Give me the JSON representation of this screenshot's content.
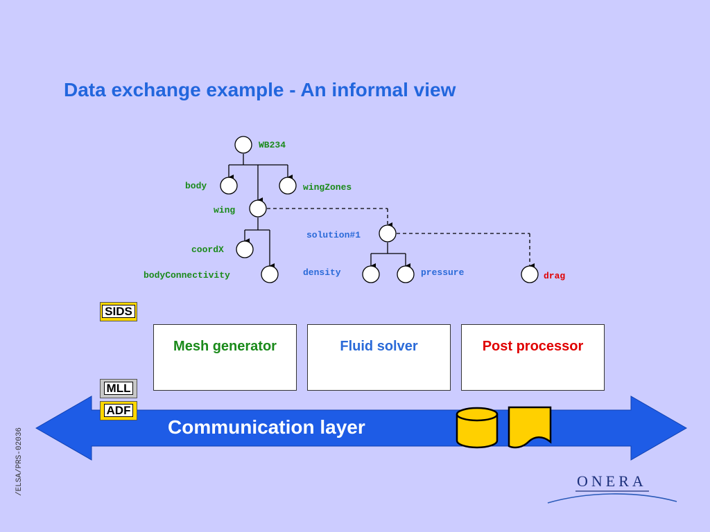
{
  "title": "Data exchange example - An informal view",
  "tree": {
    "root": "WB234",
    "body": "body",
    "wingZones": "wingZones",
    "wing": "wing",
    "coordX": "coordX",
    "bodyConnectivity": "bodyConnectivity",
    "solution": "solution#1",
    "density": "density",
    "pressure": "pressure",
    "drag": "drag"
  },
  "layers": {
    "sids": "SIDS",
    "mll": "MLL",
    "adf": "ADF"
  },
  "boxes": {
    "mesh": "Mesh generator",
    "fluid": "Fluid solver",
    "post": "Post processor"
  },
  "comm_label": "Communication layer",
  "side_label": "/ELSA/PRS-02036",
  "logo": "ONERA",
  "colors": {
    "background": "#ccccff",
    "title": "#2266dd",
    "mesh": "#1a8a1a",
    "fluid": "#2a6ad8",
    "post": "#e00000",
    "arrow": "#1e5ce6",
    "tag_yellow": "#ffd800",
    "tag_gray": "#c8c8c8"
  },
  "icons": [
    "database-cylinder-icon",
    "document-icon"
  ]
}
